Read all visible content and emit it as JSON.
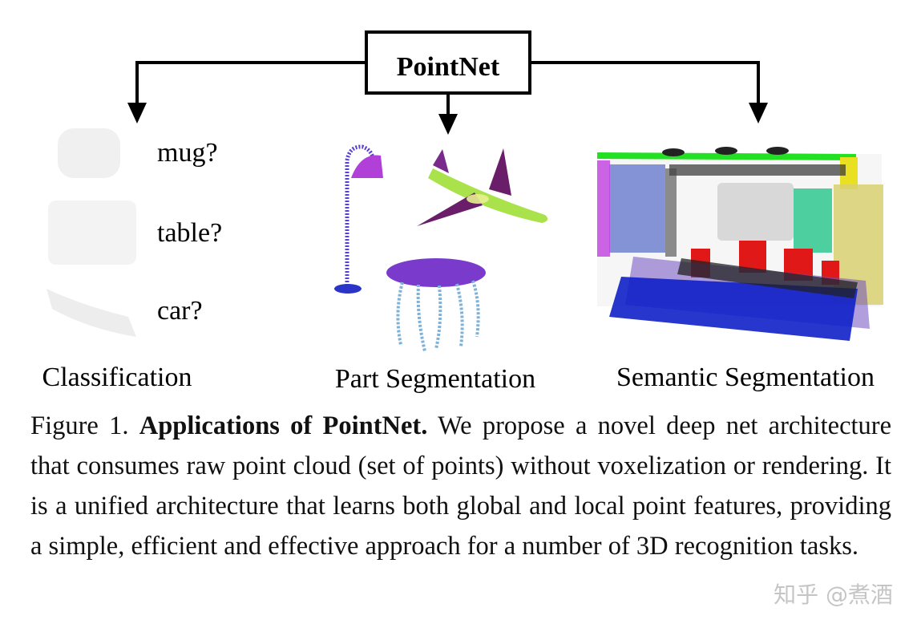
{
  "diagram": {
    "root_label": "PointNet",
    "classification": {
      "title": "Classification",
      "labels": [
        "mug?",
        "table?",
        "car?"
      ]
    },
    "part_segmentation": {
      "title": "Part Segmentation"
    },
    "semantic_segmentation": {
      "title": "Semantic Segmentation"
    }
  },
  "caption": {
    "prefix": "Figure 1.",
    "bold_title": "Applications of PointNet.",
    "body": "We propose a novel deep net architecture that consumes raw point cloud (set of points) without voxelization or rendering.  It is a unified architecture that learns both global and local point features, providing a simple, efficient and effective approach for a number of 3D recognition tasks."
  },
  "watermark": "知乎 @煮酒",
  "colors": {
    "lamp_shade": "#b040d8",
    "lamp_pole": "#5a3fd0",
    "lamp_base": "#2a35c8",
    "plane_body": "#a4e040",
    "plane_wing": "#6a1e6a",
    "plane_tail": "#7a2a8a",
    "table_top": "#7a3acc",
    "table_legs": "#7fb2d8",
    "room_ceiling": "#22e022",
    "room_wall_blue": "#7080d0",
    "room_wall_yellow": "#d8d070",
    "room_floor": "#1020c8",
    "room_chairs": "#e01818",
    "room_board": "#d8d8d8",
    "room_door": "#30c890"
  }
}
